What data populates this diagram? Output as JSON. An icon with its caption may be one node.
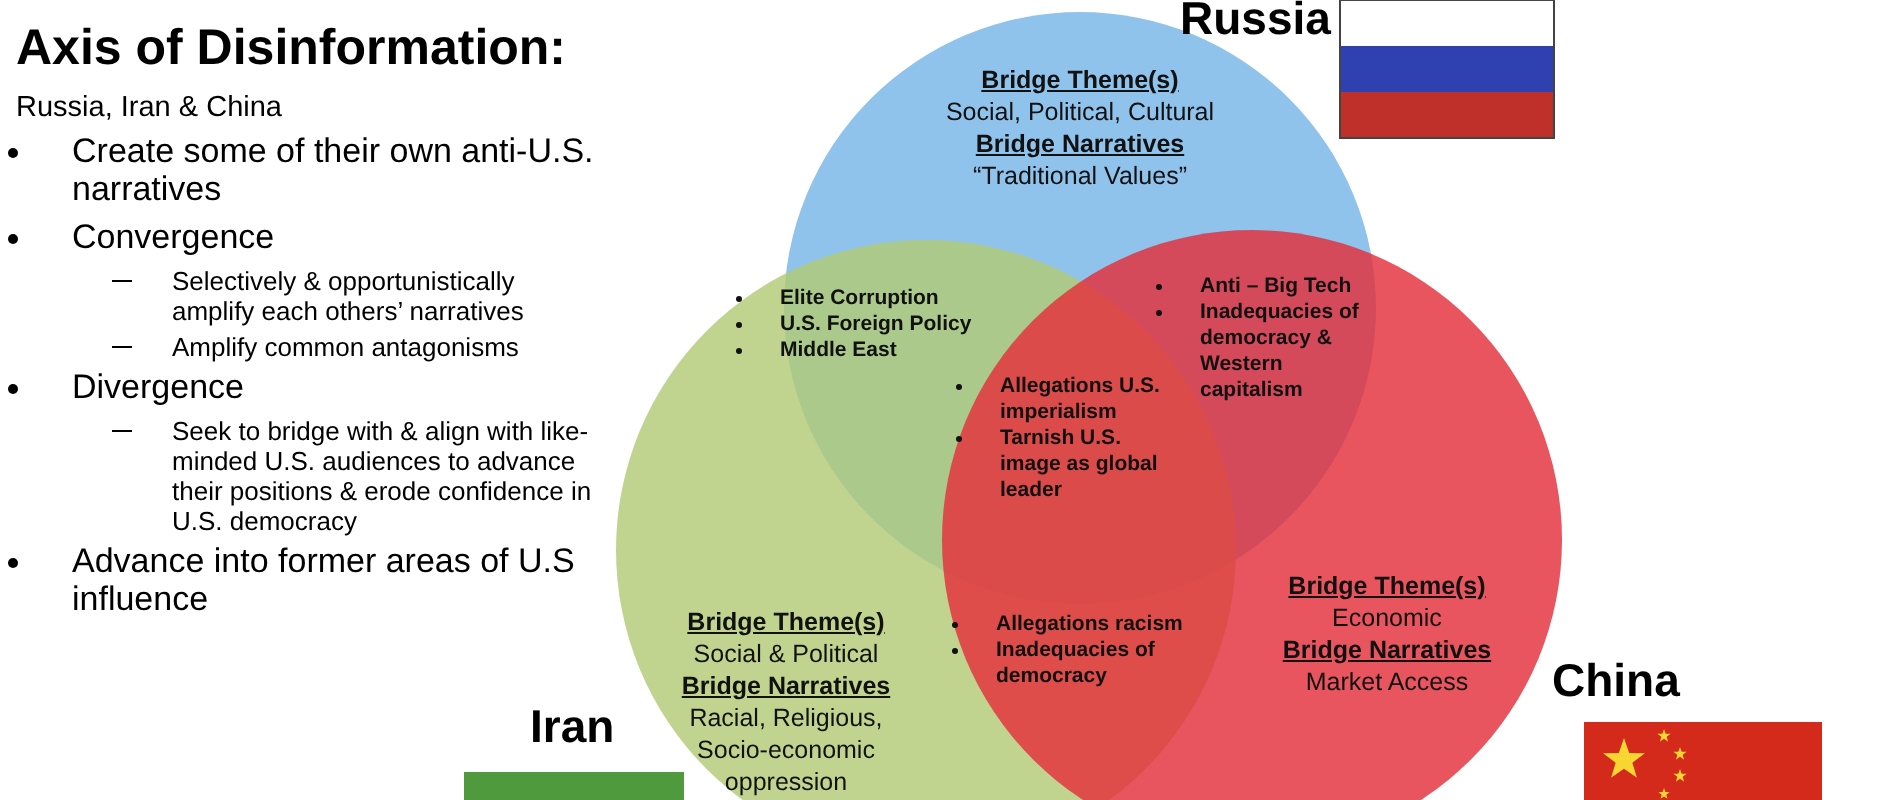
{
  "diagram": {
    "title": "Axis of Disinformation:",
    "nodes": [
      {
        "text": [
          "Russia",
          "Bridge Theme(s)",
          "Social, Political, Cultural",
          "Bridge Narratives",
          "“Traditional Values”"
        ]
      },
      {
        "text": [
          "Bridge Theme(s)",
          "Social & Political",
          "Bridge Narratives",
          "Racial, Religious, Socio-economic oppression"
        ],
        "beside": [
          "Iran"
        ]
      },
      {
        "text": [
          "Bridge Theme(s)",
          "Economic",
          "Bridge Narratives",
          "Market Access"
        ],
        "beside": [
          "China"
        ]
      }
    ],
    "edges": [],
    "labels": [
      "Russia, Iran & China",
      "Create some of their own anti-U.S. narratives",
      "Convergence",
      "Selectively & opportunistically amplify each others’ narratives",
      "Amplify common antagonisms",
      "Divergence",
      "Seek to bridge with & align with like-minded U.S. audiences to advance their positions & erode confidence in U.S. democracy",
      "Advance into former areas of U.S influence",
      "Elite Corruption",
      "U.S. Foreign Policy",
      "Middle East",
      "Anti – Big Tech",
      "Inadequacies of democracy & Western capitalism",
      "Allegations U.S. imperialism",
      "Tarnish U.S. image as global leader",
      "Allegations racism",
      "Inadequacies of democracy"
    ]
  }
}
